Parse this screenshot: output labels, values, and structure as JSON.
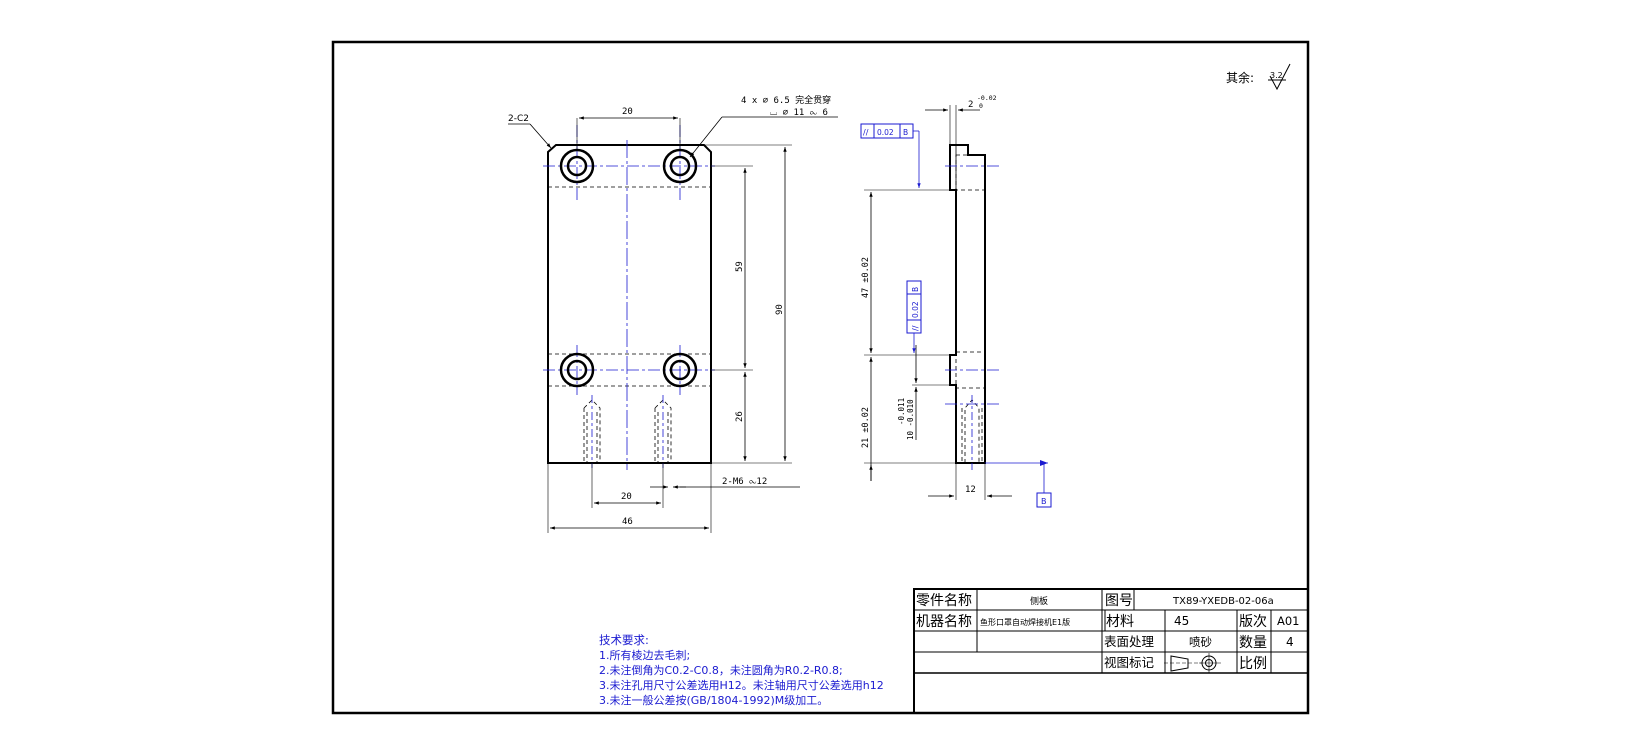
{
  "corner_note": {
    "label": "其余:",
    "roughness": "3.2"
  },
  "front_view": {
    "chamfer_label": "2-C2",
    "hole_callout_line1": "4 x ⌀ 6.5 完全贯穿",
    "hole_callout_line2": "⌴ ⌀ 11 ⧜ 6",
    "dim_top_hole_spacing": "20",
    "dim_vertical_59": "59",
    "dim_vertical_90": "90",
    "dim_vertical_26": "26",
    "dim_bottom_20": "20",
    "dim_width_46": "46",
    "tapped_hole_label": "2-M6 ⧜12"
  },
  "side_view": {
    "dim_step": "2",
    "dim_step_tol_upper": "-0.02",
    "dim_step_tol_lower": "0",
    "dim_47": "47 ±0.02",
    "dim_21": "21 ±0.02",
    "dim_10": "10 -0.010",
    "dim_10_tol2": "-0.011",
    "dim_thickness_12": "12",
    "datum_label": "B",
    "gdt_top": {
      "symbol": "//",
      "value": "0.02",
      "datum": "B"
    },
    "gdt_mid": {
      "symbol": "//",
      "value": "0.02",
      "datum": "B"
    }
  },
  "tech_requirements": {
    "title": "技术要求:",
    "items": [
      "1.所有棱边去毛刺;",
      "2.未注倒角为C0.2-C0.8，未注圆角为R0.2-R0.8;",
      "3.未注孔用尺寸公差选用H12。未注轴用尺寸公差选用h12",
      "3.未注一般公差按(GB/1804-1992)M级加工。"
    ]
  },
  "title_block": {
    "part_name_label": "零件名称",
    "part_name_value": "侧板",
    "drawing_no_label": "图号",
    "drawing_no_value": "TX89-YXEDB-02-06a",
    "machine_name_label": "机器名称",
    "machine_name_value": "鱼形口罩自动焊接机E1版",
    "material_label": "材料",
    "material_value": "45",
    "revision_label": "版次",
    "revision_value": "A01",
    "surface_label": "表面处理",
    "surface_value": "喷砂",
    "quantity_label": "数量",
    "quantity_value": "4",
    "view_mark_label": "视图标记",
    "scale_label": "比例",
    "scale_value": ""
  }
}
